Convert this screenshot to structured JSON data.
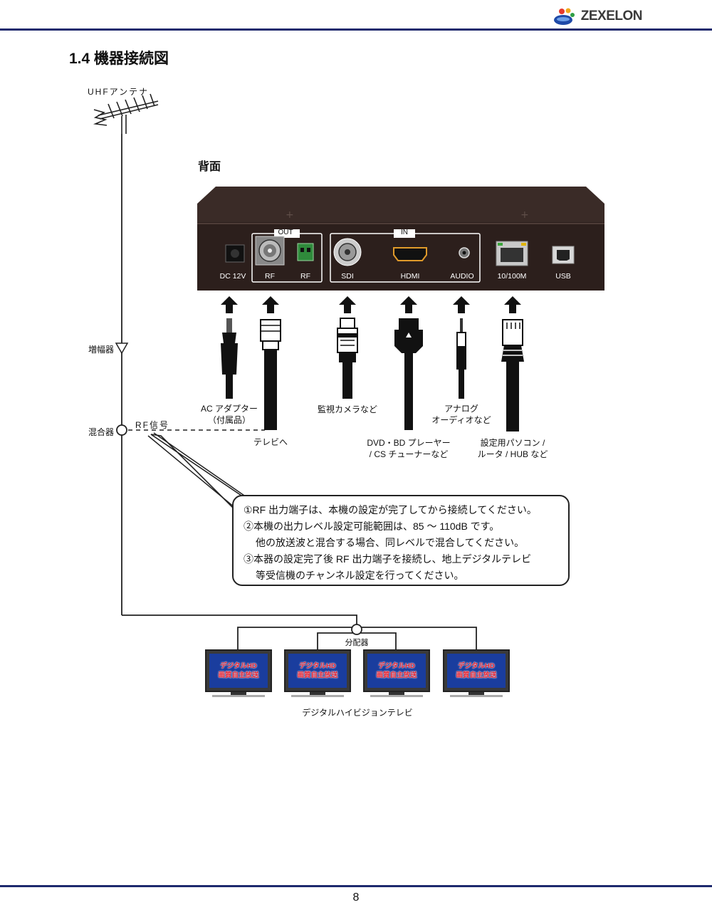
{
  "header": {
    "brand": "ZEXELON"
  },
  "section_title": "1.4 機器接続図",
  "antenna_label": "UHFアンテナ",
  "amplifier_label": "増幅器",
  "mixer_label": "混合器",
  "rf_signal_label": "RF信号",
  "back_title": "背面",
  "panel": {
    "out_label": "OUT",
    "in_label": "IN",
    "ports": [
      "DC 12V",
      "RF",
      "RF",
      "SDI",
      "HDMI",
      "AUDIO",
      "10/100M",
      "USB"
    ]
  },
  "connectors": {
    "ac_adapter": [
      "AC アダプター",
      "（付属品）"
    ],
    "to_tv": "テレビへ",
    "camera": "監視カメラなど",
    "dvd": [
      "DVD・BD プレーヤー",
      "/ CS チューナーなど"
    ],
    "analog": [
      "アナログ",
      "オーディオなど"
    ],
    "pc": [
      "設定用パソコン /",
      "ルータ / HUB など"
    ]
  },
  "notes": [
    "①RF 出力端子は、本機の設定が完了してから接続してください。",
    "②本機の出力レベル設定可能範囲は、85 ～ 110dB です。",
    "他の放送波と混合する場合、同レベルで混合してください。",
    "③本器の設定完了後 RF 出力端子を接続し、地上デジタルテレビ",
    "等受信機のチャンネル設定を行ってください。"
  ],
  "splitter_label": "分配器",
  "tv_screen": [
    "デジタルHD",
    "画質自主放送"
  ],
  "tv_caption": "デジタルハイビジョンテレビ",
  "page_number": "8"
}
